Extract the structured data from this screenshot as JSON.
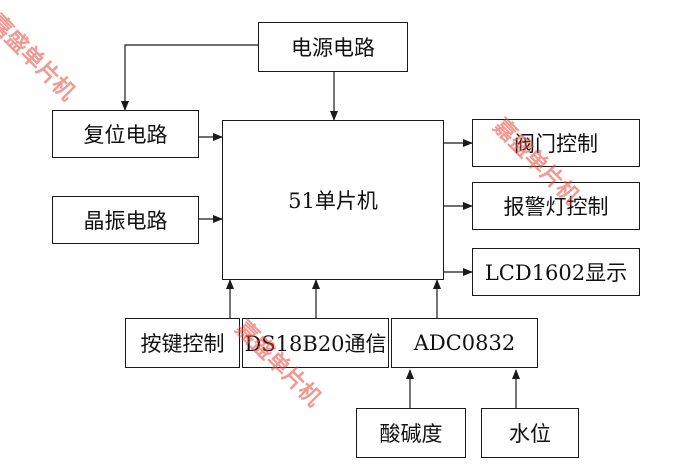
{
  "blocks": {
    "power": "电源电路",
    "reset": "复位电路",
    "crystal": "晶振电路",
    "mcu": "51单片机",
    "valve": "阀门控制",
    "alarm": "报警灯控制",
    "lcd": "LCD1602显示",
    "keys": "按键控制",
    "ds18b20": "DS18B20通信",
    "adc": "ADC0832",
    "ph": "酸碱度",
    "water": "水位"
  },
  "watermark": "嘉盛单片机",
  "colors": {
    "line": "#1a1a1a",
    "watermark": "#e8463c"
  }
}
